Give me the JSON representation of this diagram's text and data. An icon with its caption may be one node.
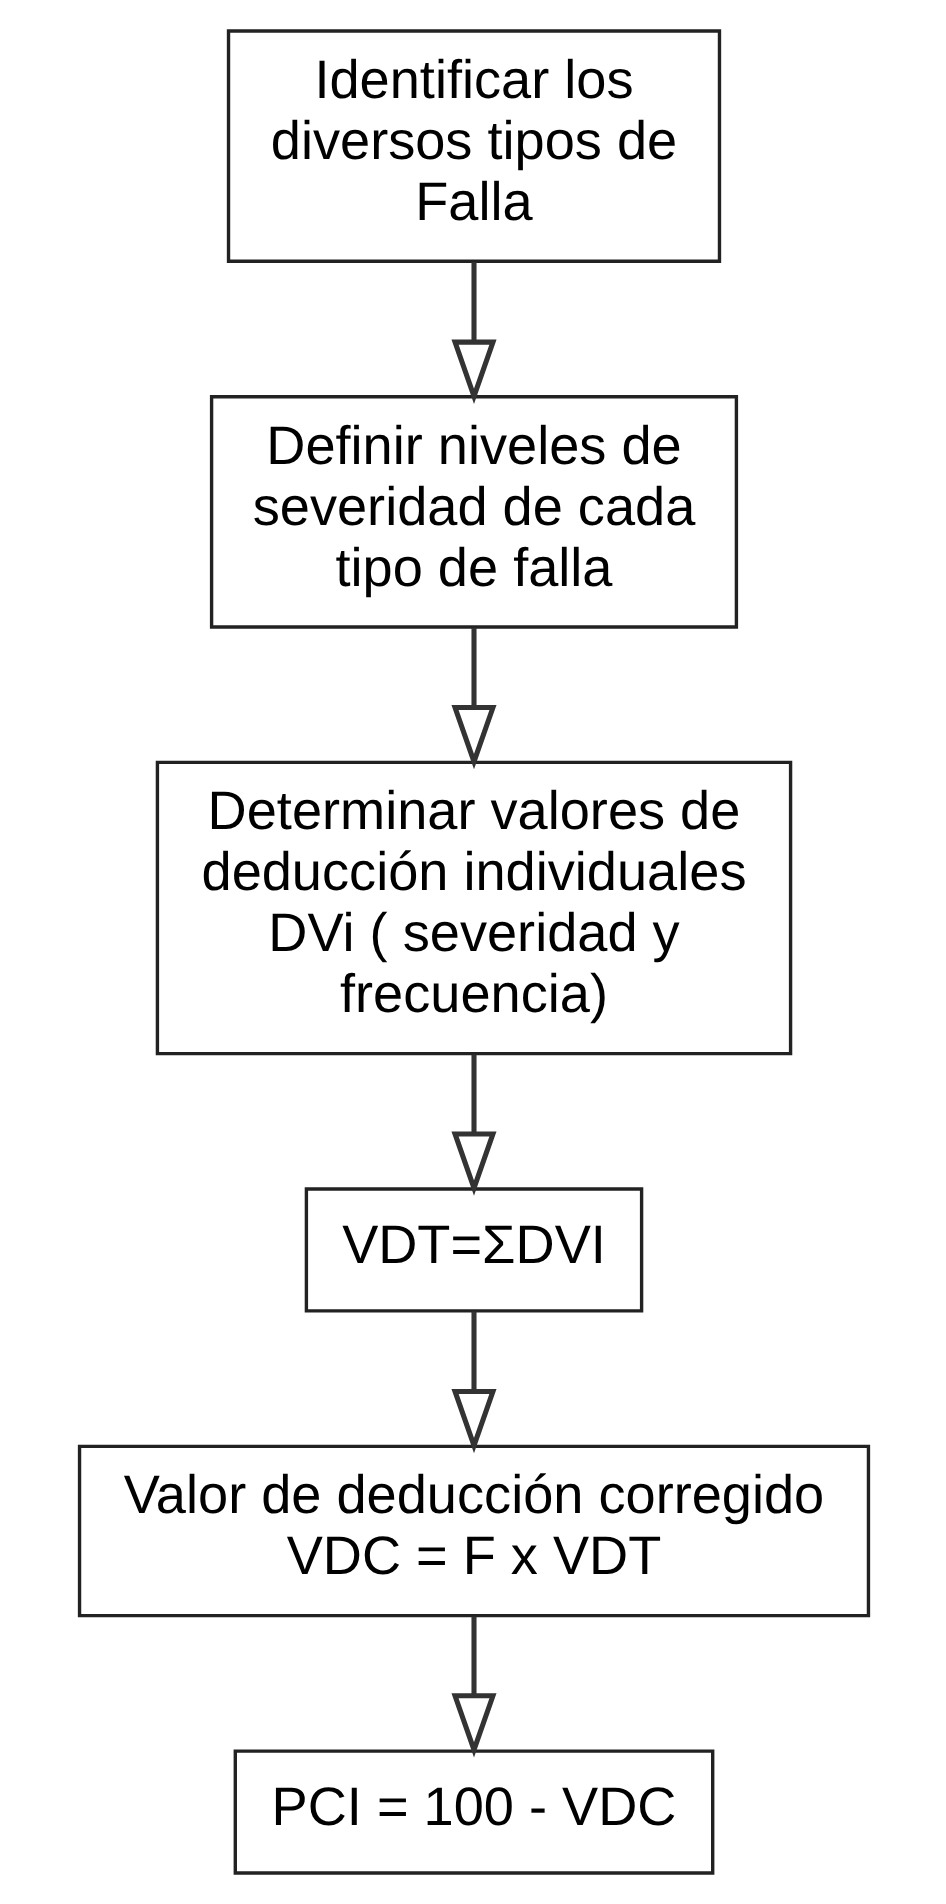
{
  "diagram": {
    "nodes": [
      {
        "text": [
          "Identificar los diversos tipos de Falla"
        ]
      },
      {
        "text": [
          "Definir niveles de severidad de cada tipo de falla"
        ]
      },
      {
        "text": [
          "Determinar valores de deducción individuales DVi ( severidad y frecuencia)"
        ]
      },
      {
        "text": [
          "VDT=ΣDVI"
        ]
      },
      {
        "text": [
          "Valor de deducción corregido VDC = F x VDT"
        ]
      },
      {
        "text": [
          "PCI = 100 - VDC"
        ]
      }
    ],
    "edges": [
      {
        "from": 0,
        "to": 1,
        "arrow": "to"
      },
      {
        "from": 1,
        "to": 2,
        "arrow": "to"
      },
      {
        "from": 2,
        "to": 3,
        "arrow": "to"
      },
      {
        "from": 3,
        "to": 4,
        "arrow": "to"
      },
      {
        "from": 4,
        "to": 5,
        "arrow": "to"
      }
    ]
  }
}
